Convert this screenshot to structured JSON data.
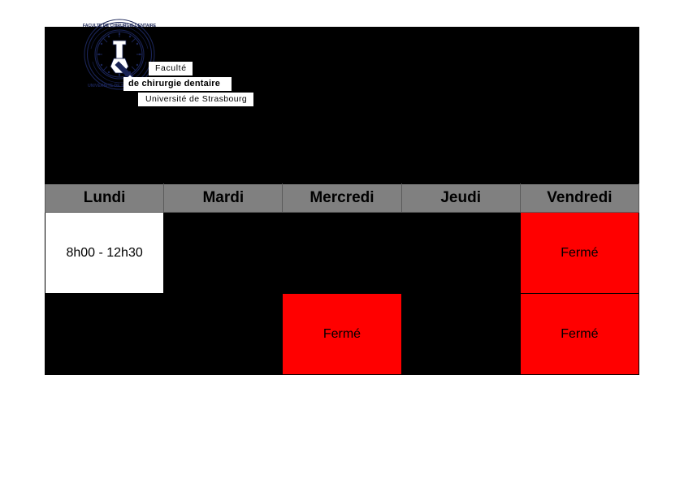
{
  "logo": {
    "seal_name": "faculte-chirurgie-dentaire-seal",
    "seal_color": "#1a2456",
    "line1": "Faculté",
    "line2": "de chirurgie dentaire",
    "line3": "Université de Strasbourg"
  },
  "colors": {
    "panel_background": "#000000",
    "header_background": "#808080",
    "open_background": "#ffffff",
    "closed_background": "#ff0000",
    "page_background": "#ffffff"
  },
  "schedule": {
    "columns": [
      {
        "label": "Lundi"
      },
      {
        "label": "Mardi"
      },
      {
        "label": "Mercredi"
      },
      {
        "label": "Jeudi"
      },
      {
        "label": "Vendredi"
      }
    ],
    "rows": [
      {
        "cells": [
          {
            "text": "8h00 - 12h30",
            "state": "open"
          },
          {
            "text": "",
            "state": "empty"
          },
          {
            "text": "",
            "state": "empty"
          },
          {
            "text": "",
            "state": "empty"
          },
          {
            "text": "Fermé",
            "state": "closed"
          }
        ]
      },
      {
        "cells": [
          {
            "text": "",
            "state": "empty"
          },
          {
            "text": "",
            "state": "empty"
          },
          {
            "text": "Fermé",
            "state": "closed"
          },
          {
            "text": "",
            "state": "empty"
          },
          {
            "text": "Fermé",
            "state": "closed"
          }
        ]
      }
    ]
  }
}
